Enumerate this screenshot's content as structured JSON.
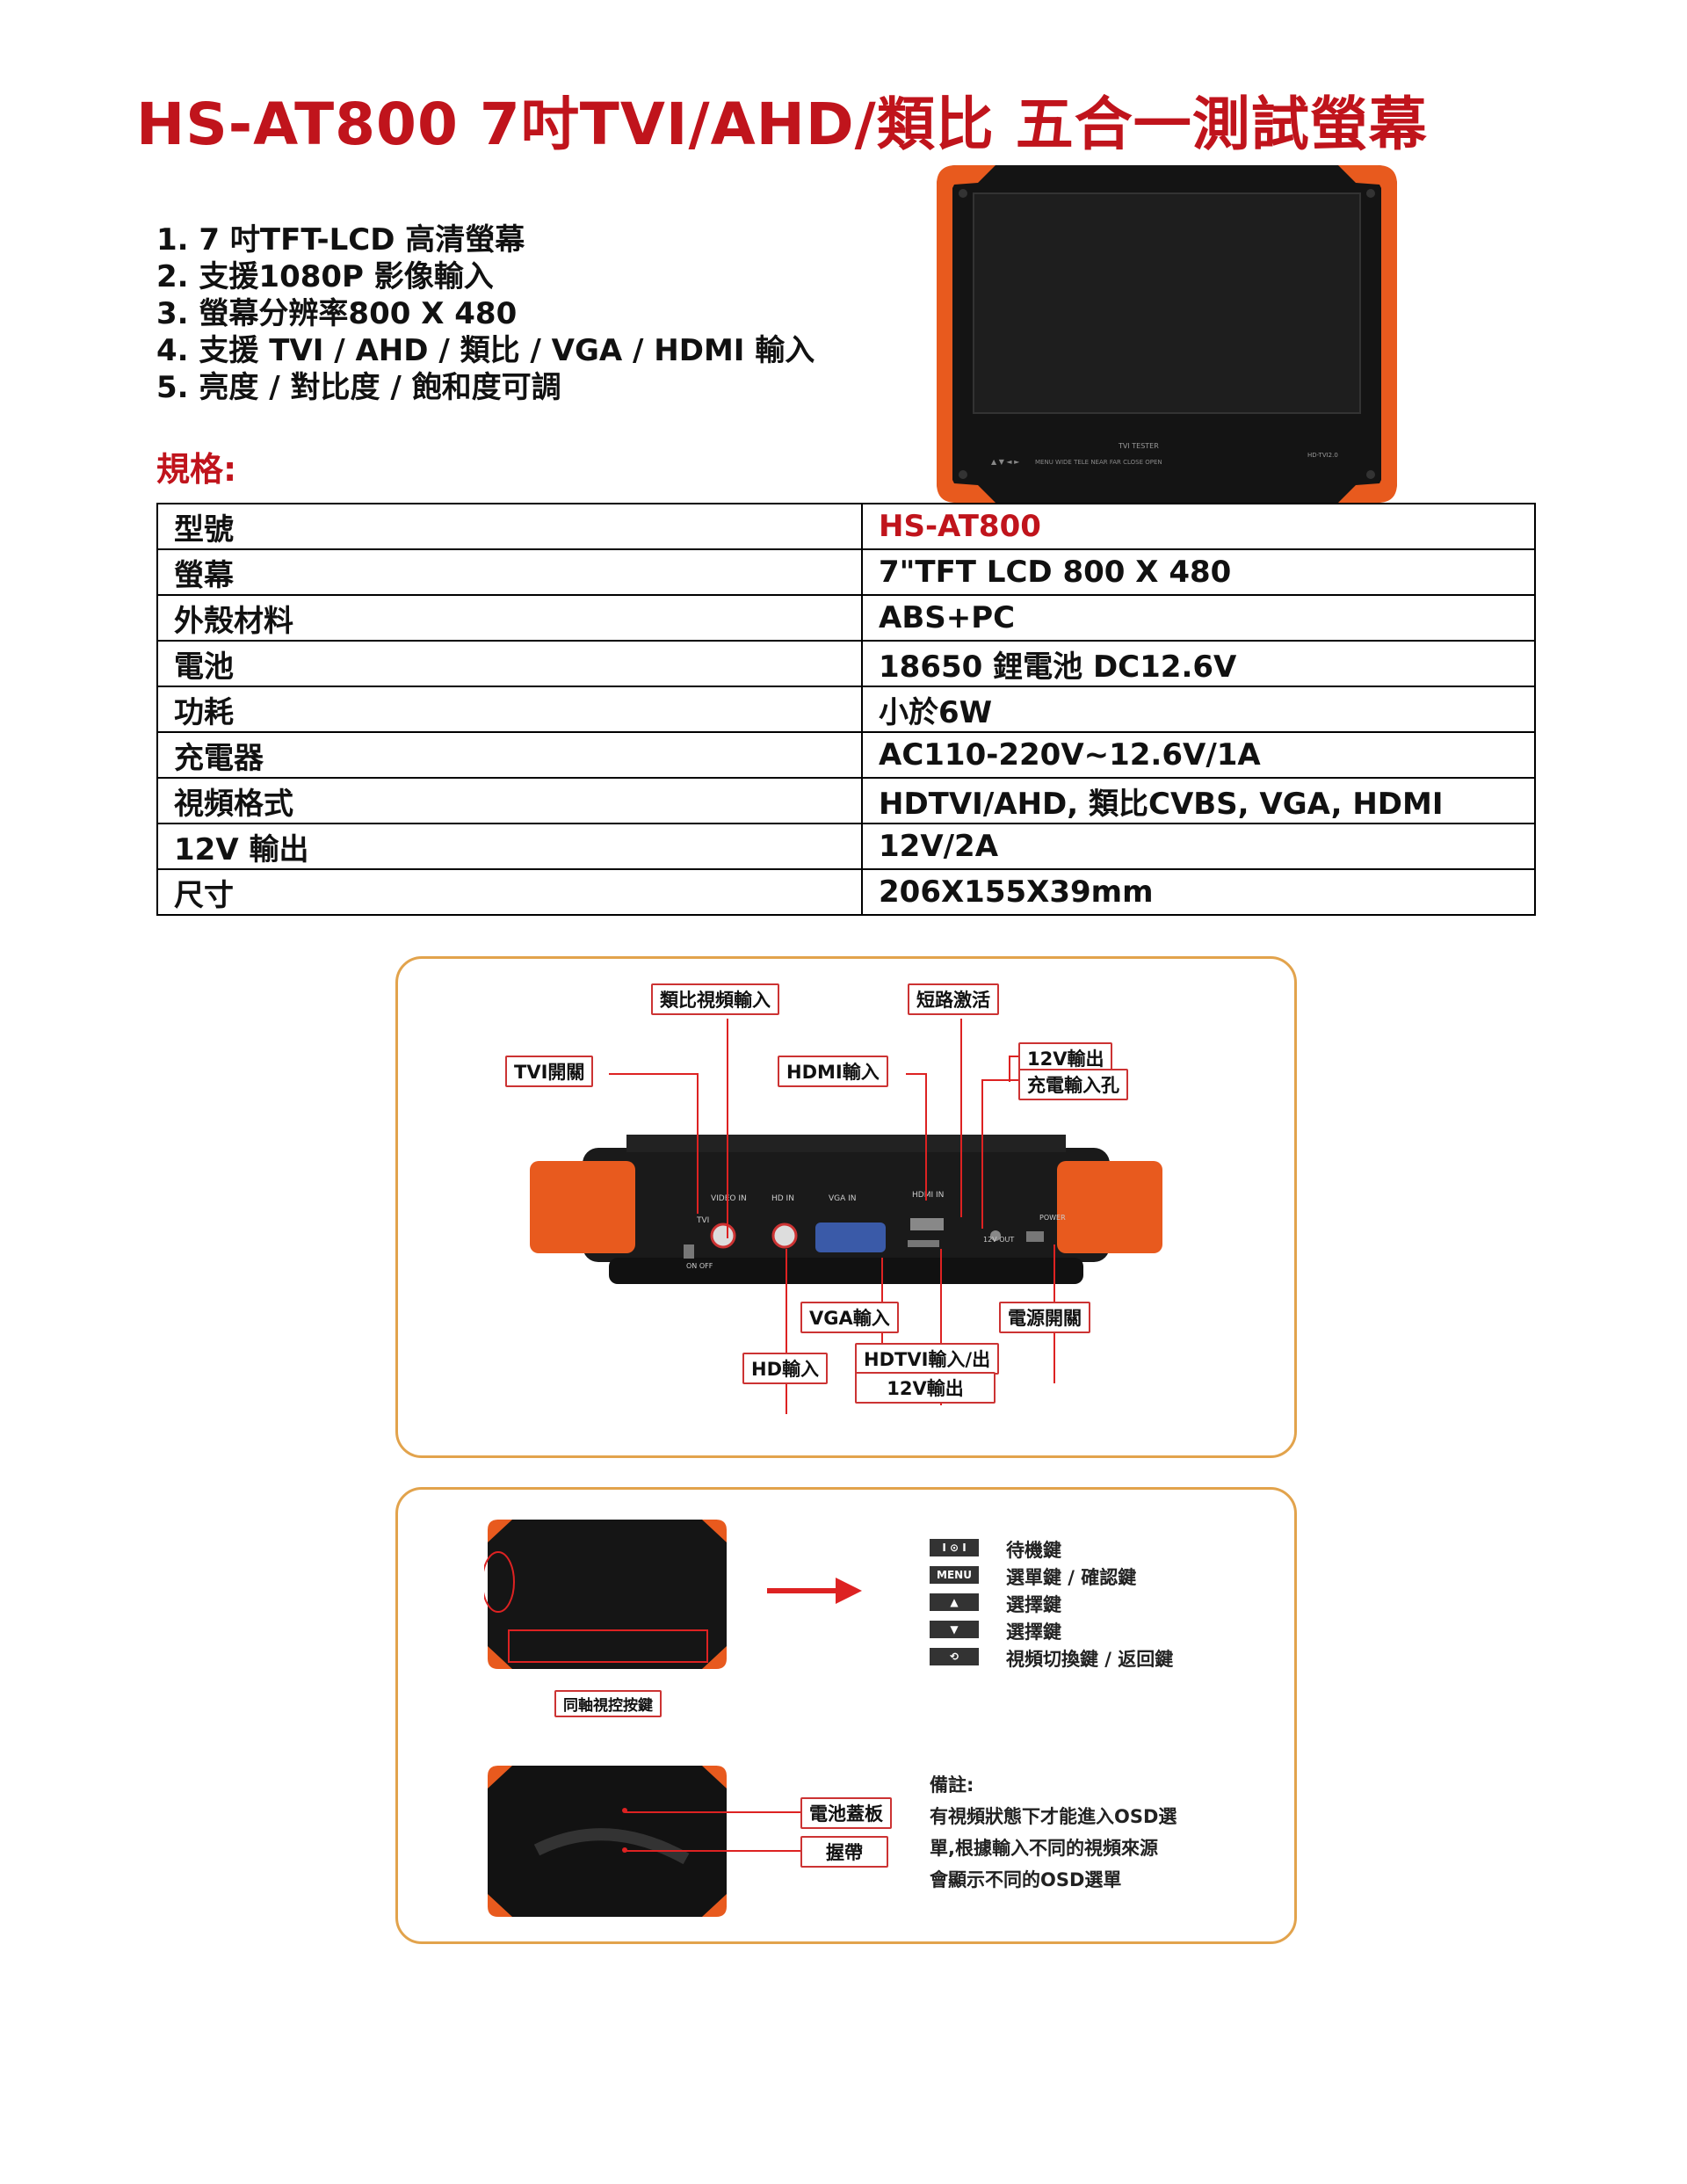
{
  "title": "HS-AT800  7吋TVI/AHD/類比 五合一測試螢幕",
  "features": [
    "1. 7 吋TFT-LCD 高清螢幕",
    "2. 支援1080P 影像輸入",
    "3. 螢幕分辨率800 X 480",
    "4. 支援  TVI / AHD / 類比  / VGA / HDMI 輸入",
    "5. 亮度  / 對比度  / 飽和度可調"
  ],
  "spec_heading": "規格:",
  "spec_rows": [
    {
      "key": "型號",
      "value": "HS-AT800"
    },
    {
      "key": "螢幕",
      "value": "7\"TFT LCD 800 X 480"
    },
    {
      "key": "外殼材料",
      "value": "ABS+PC"
    },
    {
      "key": "電池",
      "value": "18650 鋰電池  DC12.6V"
    },
    {
      "key": "功耗",
      "value": "小於6W"
    },
    {
      "key": "充電器",
      "value": "AC110-220V~12.6V/1A"
    },
    {
      "key": "視頻格式",
      "value": "HDTVI/AHD, 類比CVBS, VGA, HDMI"
    },
    {
      "key": "12V 輸出",
      "value": "12V/2A"
    },
    {
      "key": "尺寸",
      "value": "206X155X39mm"
    }
  ],
  "product_image": {
    "brand_text": "TVI TESTER",
    "model_text": "HD-TVI2.0",
    "button_labels": "MENU  WIDE TELE NEAR FAR CLOSE OPEN"
  },
  "ports_diagram": {
    "tags": {
      "analog_in": "類比視頻輸入",
      "short_activate": "短路激活",
      "tvi_switch": "TVI開關",
      "hdmi_in": "HDMI輸入",
      "out_12v": "12V輸出",
      "charge_in": "充電輸入孔",
      "vga_in": "VGA輸入",
      "power_switch": "電源開關",
      "hd_in": "HD輸入",
      "hdtvi_io": "HDTVI輸入/出",
      "out_12v_b": "12V輸出"
    },
    "device_labels": {
      "tvi": "TVI",
      "on_off": "ON  OFF",
      "video_in": "VIDEO IN",
      "hd_in": "HD IN",
      "vga_in": "VGA IN",
      "hdmi_in": "HDMI IN",
      "power": "POWER",
      "out_12v": "12V OUT"
    }
  },
  "keys_diagram": {
    "coax_tag": "同軸視控按鍵",
    "keys": [
      {
        "icon": "I  ⊙  I",
        "label": "待機鍵"
      },
      {
        "icon": "MENU",
        "label": "選單鍵 / 確認鍵"
      },
      {
        "icon": "▲",
        "label": "選擇鍵"
      },
      {
        "icon": "▼",
        "label": "選擇鍵"
      },
      {
        "icon": "⟲",
        "label": "視頻切換鍵 / 返回鍵"
      }
    ],
    "battery_cover_tag": "電池蓋板",
    "strap_tag": "握帶",
    "note_title": "備註:",
    "note_lines": [
      "有視頻狀態下才能進入OSD選",
      "單,根據輸入不同的視頻來源",
      "會顯示不同的OSD選單"
    ]
  },
  "colors": {
    "accent": "#c0141c",
    "orange": "#e85a1e",
    "panel_border": "#e2a34c"
  }
}
